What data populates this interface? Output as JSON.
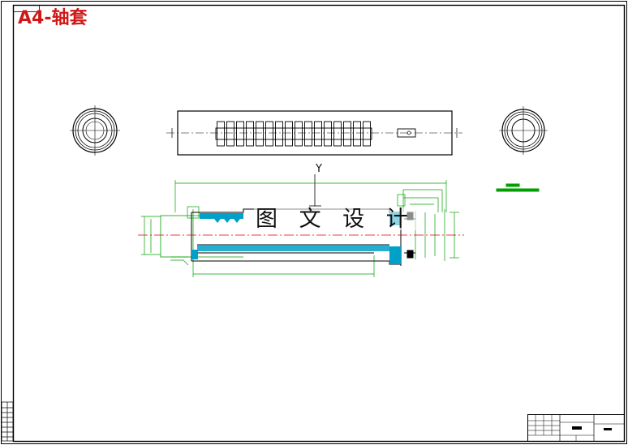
{
  "sheet": {
    "title": "A4-轴套",
    "watermark": "图 文 设 计",
    "axis_label": "Y"
  },
  "colors": {
    "outline": "#000000",
    "dimension": "#00a000",
    "hatch": "#00a0c8",
    "centerline": "#e00000",
    "title": "#d01818"
  }
}
